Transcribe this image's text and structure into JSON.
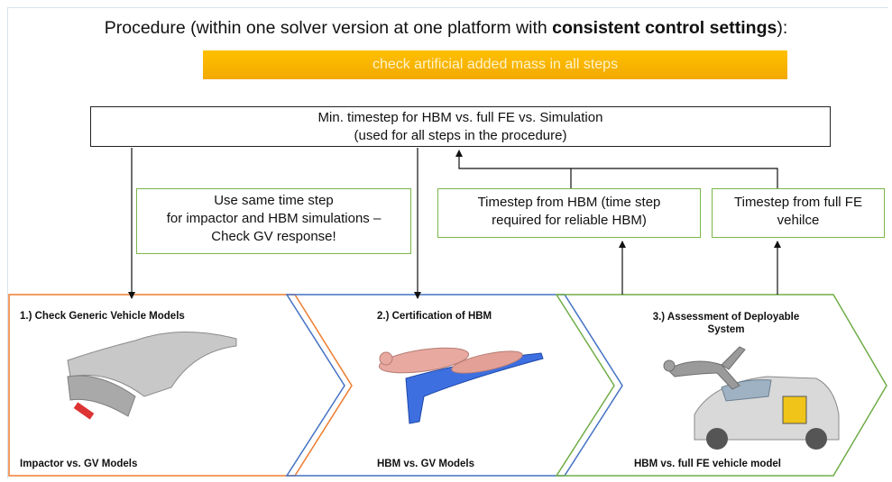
{
  "title": {
    "prefix": "Procedure (within one solver version at one platform with ",
    "bold": "consistent control settings",
    "suffix": "):"
  },
  "banner": "check artificial added mass in all steps",
  "min_timestep": {
    "line1": "Min. timestep for HBM vs. full FE vs. Simulation",
    "line2": "(used for all steps in the procedure)"
  },
  "note": {
    "line1": "Use same time step",
    "line2": "for impactor and HBM simulations –",
    "line3": "Check GV response!"
  },
  "timestep_hbm": {
    "line1": "Timestep from HBM (time step",
    "line2": "required for reliable HBM)"
  },
  "timestep_fe": {
    "line1": "Timestep from full FE",
    "line2": "vehilce"
  },
  "steps": [
    {
      "title": "1.) Check Generic Vehicle Models",
      "caption": "Impactor vs. GV Models",
      "color": "#ed7d31"
    },
    {
      "title": "2.) Certification of HBM",
      "caption": "HBM vs. GV Models",
      "color": "#4472c4"
    },
    {
      "title_line1": "3.) Assessment of Deployable",
      "title_line2": "System",
      "caption": "HBM vs. full FE vehicle model",
      "color": "#70ad47"
    }
  ],
  "colors": {
    "banner": "#ffc000",
    "note_border": "#7ab648",
    "chevron_orange": "#ed7d31",
    "chevron_blue": "#4472c4",
    "chevron_green": "#70ad47"
  }
}
